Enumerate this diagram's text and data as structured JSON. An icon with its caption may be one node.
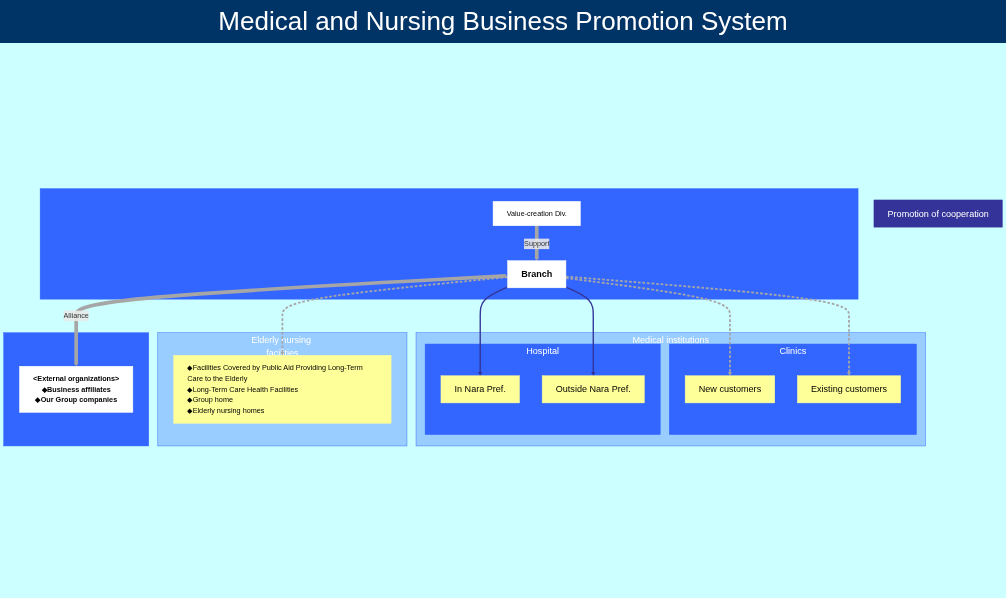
{
  "diagram": {
    "title": "Medical and Nursing Business Promotion System",
    "nodes": [
      {
        "text": [
          "Medical institutions"
        ]
      },
      {
        "text": [
          "Clinics"
        ],
        "in": 0
      },
      {
        "text": [
          "New customers"
        ],
        "in": 1
      },
      {
        "text": [
          "Existing customers"
        ],
        "in": 1
      },
      {
        "text": [
          "Hospital"
        ],
        "in": 0
      },
      {
        "text": [
          "In Nara Pref."
        ],
        "in": 4
      },
      {
        "text": [
          "Outside Nara Pref."
        ],
        "in": 4
      },
      {
        "text": [
          "Elderly nursing facilities"
        ]
      },
      {
        "text": [
          "◆Facilities Covered by Public Aid Providing Long-Term Care to the Elderly",
          "◆Long-Term Care Health Facilities",
          "◆Group home",
          "◆Elderly nursing homes"
        ],
        "in": 7
      },
      {
        "text": [
          "Promotion of cooperation"
        ]
      },
      {
        "text": [],
        "shape": "box"
      },
      {
        "text": [
          "Value-creation Div."
        ],
        "in": 10
      },
      {
        "text": [
          "Branch"
        ],
        "in": 10
      },
      {
        "text": [],
        "shape": "box"
      },
      {
        "text": [
          "<External organizations>",
          "◆Business affiliates",
          "◆Our Group companies"
        ],
        "in": 13
      }
    ],
    "edges": [
      {
        "from": 12,
        "to": 5,
        "arrow": "to",
        "color": "#333399"
      },
      {
        "from": 12,
        "to": 6,
        "arrow": "to",
        "color": "#333399"
      },
      {
        "from": 12,
        "to": 2,
        "arrow": "to",
        "style": "dashed"
      },
      {
        "from": 12,
        "to": 3,
        "arrow": "to",
        "style": "dashed"
      },
      {
        "from": 12,
        "to": 8,
        "arrow": "to",
        "style": "dashed"
      },
      {
        "from": 11,
        "to": 12,
        "arrow": "to",
        "label": "Support",
        "style": "thick"
      },
      {
        "from": 12,
        "to": 14,
        "arrow": "both",
        "label": "Alliance",
        "style": "thick"
      }
    ]
  }
}
